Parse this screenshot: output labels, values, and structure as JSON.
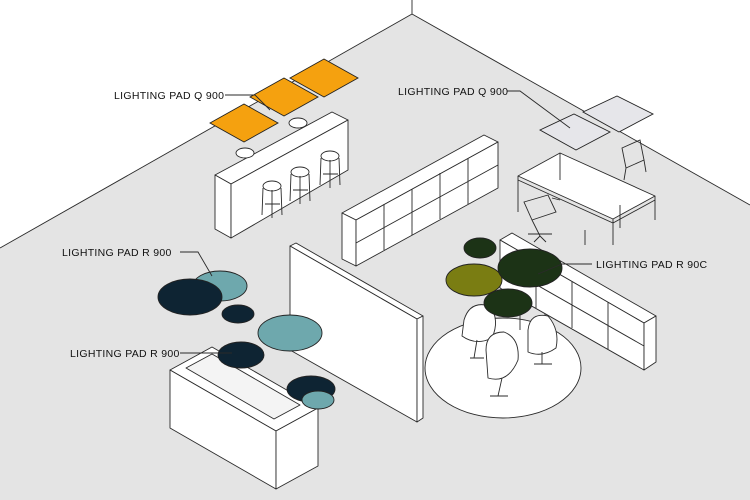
{
  "colors": {
    "floor": "#e4e4e4",
    "background": "#ffffff",
    "lighting_pad_orange": "#f5a10f",
    "lighting_pad_grey": "#e6e6ea",
    "pad_navy": "#0e2433",
    "pad_teal": "#6ea8ad",
    "pad_dark_green": "#1c3316",
    "pad_olive": "#7a7d12"
  },
  "labels": {
    "pad_q_left": "LIGHTING PAD Q 900",
    "pad_q_right": "LIGHTING PAD Q 900",
    "pad_r_upper_left": "LIGHTING PAD R 900",
    "pad_r_lower_left": "LIGHTING PAD R 900",
    "pad_r_right": "LIGHTING PAD R 90C"
  }
}
